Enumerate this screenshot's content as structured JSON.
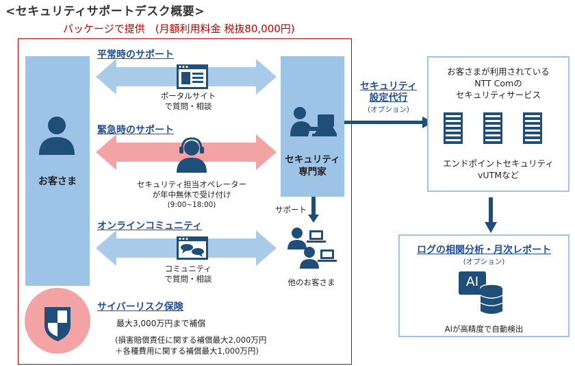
{
  "header": {
    "title": "<セキュリティサポートデスク概要>",
    "subtitle": "パッケージで提供　(月額利用料金 税抜80,000円)"
  },
  "customer": {
    "label": "お客さま"
  },
  "expert": {
    "label_line1": "セキュリティ",
    "label_line2": "専門家"
  },
  "support_sections": {
    "normal": {
      "title": "平常時のサポート",
      "caption_line1": "ポータルサイト",
      "caption_line2": "で質問・相談"
    },
    "emergency": {
      "title": "緊急時のサポート",
      "caption_line1": "セキュリティ担当オペレーター",
      "caption_line2": "が年中無休で受け付け",
      "caption_line3": "(9:00~18:00)"
    },
    "community": {
      "title": "オンラインコミュニティ",
      "caption_line1": "コミュニティ",
      "caption_line2": "で質問・相談"
    }
  },
  "other_customers": {
    "support_label": "サポート",
    "label": "他のお客さま"
  },
  "insurance": {
    "title": "サイバーリスク保険",
    "line1": "最大3,000万円まで補償",
    "line2": "(損害賠償責任に関する補償最大2,000万円",
    "line3": "＋各種費用に関する補償最大1,000万円)"
  },
  "security_setting": {
    "title_line1": "セキュリティ",
    "title_line2": "設定代行",
    "note": "(オプション)"
  },
  "services_panel": {
    "line1": "お客さまが利用されている",
    "line2": "NTT Comの",
    "line3": "セキュリティサービス",
    "bottom_line1": "エンドポイントセキュリティ",
    "bottom_line2": "vUTMなど"
  },
  "report_panel": {
    "title": "ログの相関分析・月次レポート",
    "note": "(オプション)",
    "ai_label": "AI",
    "caption": "AIが高精度で自動検出"
  },
  "colors": {
    "blue_arrow": "#a9cbe9",
    "red_arrow": "#f4a3a4",
    "dark_blue": "#1f4e79",
    "column_blue": "#9dc3e6",
    "frame_red": "#c00000",
    "title_blue": "#1f4e9a"
  }
}
